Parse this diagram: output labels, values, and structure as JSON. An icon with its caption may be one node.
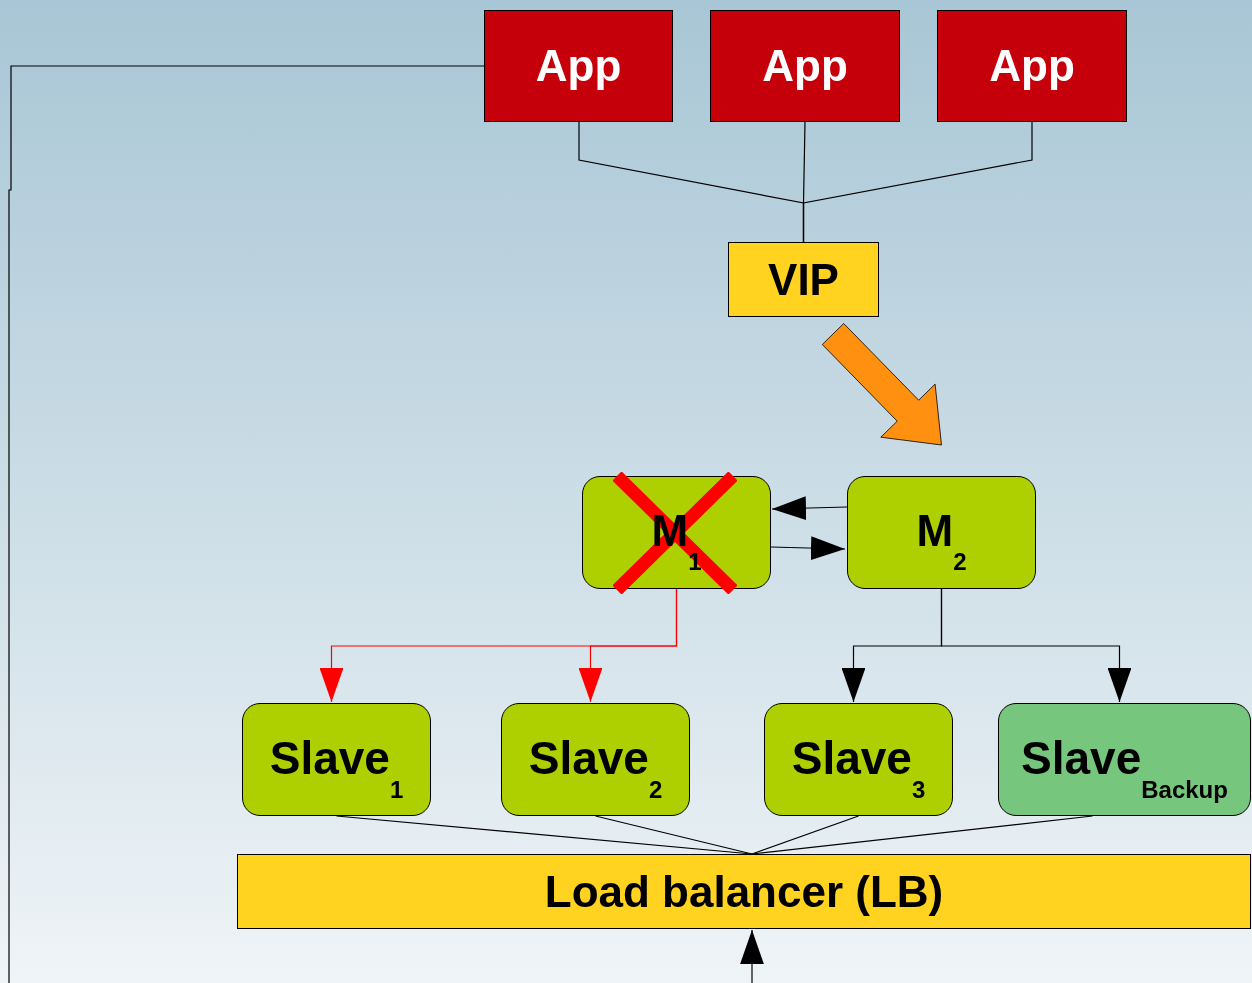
{
  "diagram": {
    "nodes": [
      {
        "text": [
          "App"
        ]
      },
      {
        "text": [
          "App"
        ]
      },
      {
        "text": [
          "App"
        ]
      },
      {
        "text": [
          "VIP"
        ]
      },
      {
        "text": [
          "M$_{1}$"
        ]
      },
      {
        "text": [
          "M$_{2}$"
        ]
      },
      {
        "text": [
          "Slave$_{1}$"
        ]
      },
      {
        "text": [
          "Slave$_{2}$"
        ]
      },
      {
        "text": [
          "Slave$_{3}$"
        ]
      },
      {
        "text": [
          "Slave$_{Backup}$"
        ]
      },
      {
        "text": [
          "Load balancer (LB)"
        ]
      }
    ],
    "edges": [
      {
        "from": 0,
        "to": 3,
        "arrow": "none"
      },
      {
        "from": 1,
        "to": 3,
        "arrow": "none"
      },
      {
        "from": 2,
        "to": 3,
        "arrow": "none"
      },
      {
        "from": 3,
        "to": 5,
        "arrow": "to",
        "style": "thick",
        "color": "#ff9010"
      },
      {
        "from": 5,
        "to": 4,
        "arrow": "to"
      },
      {
        "from": 4,
        "to": 5,
        "arrow": "to"
      },
      {
        "from": 4,
        "to": 6,
        "arrow": "to",
        "color": "#ff0000"
      },
      {
        "from": 4,
        "to": 7,
        "arrow": "to",
        "color": "#ff0000"
      },
      {
        "from": 5,
        "to": 8,
        "arrow": "to"
      },
      {
        "from": 5,
        "to": 9,
        "arrow": "to"
      },
      {
        "from": 6,
        "to": 10,
        "arrow": "none"
      },
      {
        "from": 7,
        "to": 10,
        "arrow": "none"
      },
      {
        "from": 8,
        "to": 10,
        "arrow": "none"
      },
      {
        "from": 9,
        "to": 10,
        "arrow": "none"
      },
      {
        "from": null,
        "to": 10,
        "arrow": "to"
      },
      {
        "from": 0,
        "to": null,
        "arrow": "none"
      }
    ]
  }
}
